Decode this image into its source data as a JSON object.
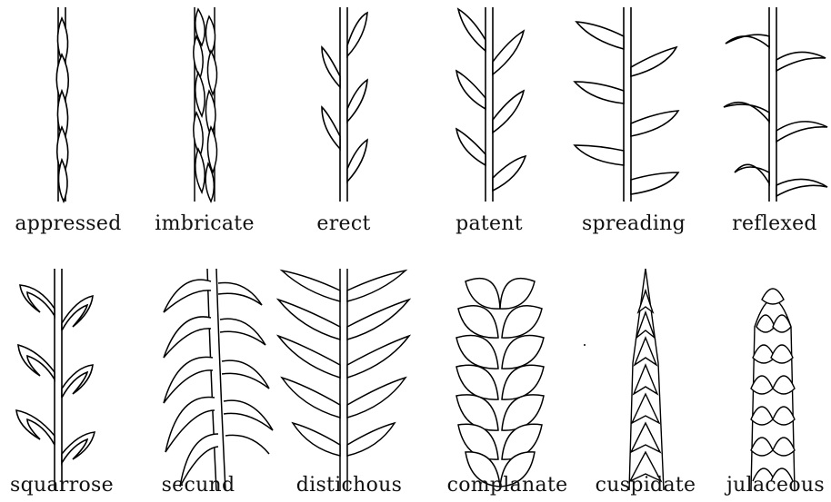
{
  "figure": {
    "rows": [
      {
        "items": [
          {
            "id": "appressed",
            "label": "appressed"
          },
          {
            "id": "imbricate",
            "label": "imbricate"
          },
          {
            "id": "erect",
            "label": "erect"
          },
          {
            "id": "patent",
            "label": "patent"
          },
          {
            "id": "spreading",
            "label": "spreading"
          },
          {
            "id": "reflexed",
            "label": "reflexed"
          }
        ]
      },
      {
        "items": [
          {
            "id": "squarrose",
            "label": "squarrose"
          },
          {
            "id": "secund",
            "label": "secund"
          },
          {
            "id": "distichous",
            "label": "distichous"
          },
          {
            "id": "complanate",
            "label": "complanate"
          },
          {
            "id": "cuspidate",
            "label": "cuspidate"
          },
          {
            "id": "julaceous",
            "label": "julaceous"
          }
        ]
      }
    ]
  }
}
